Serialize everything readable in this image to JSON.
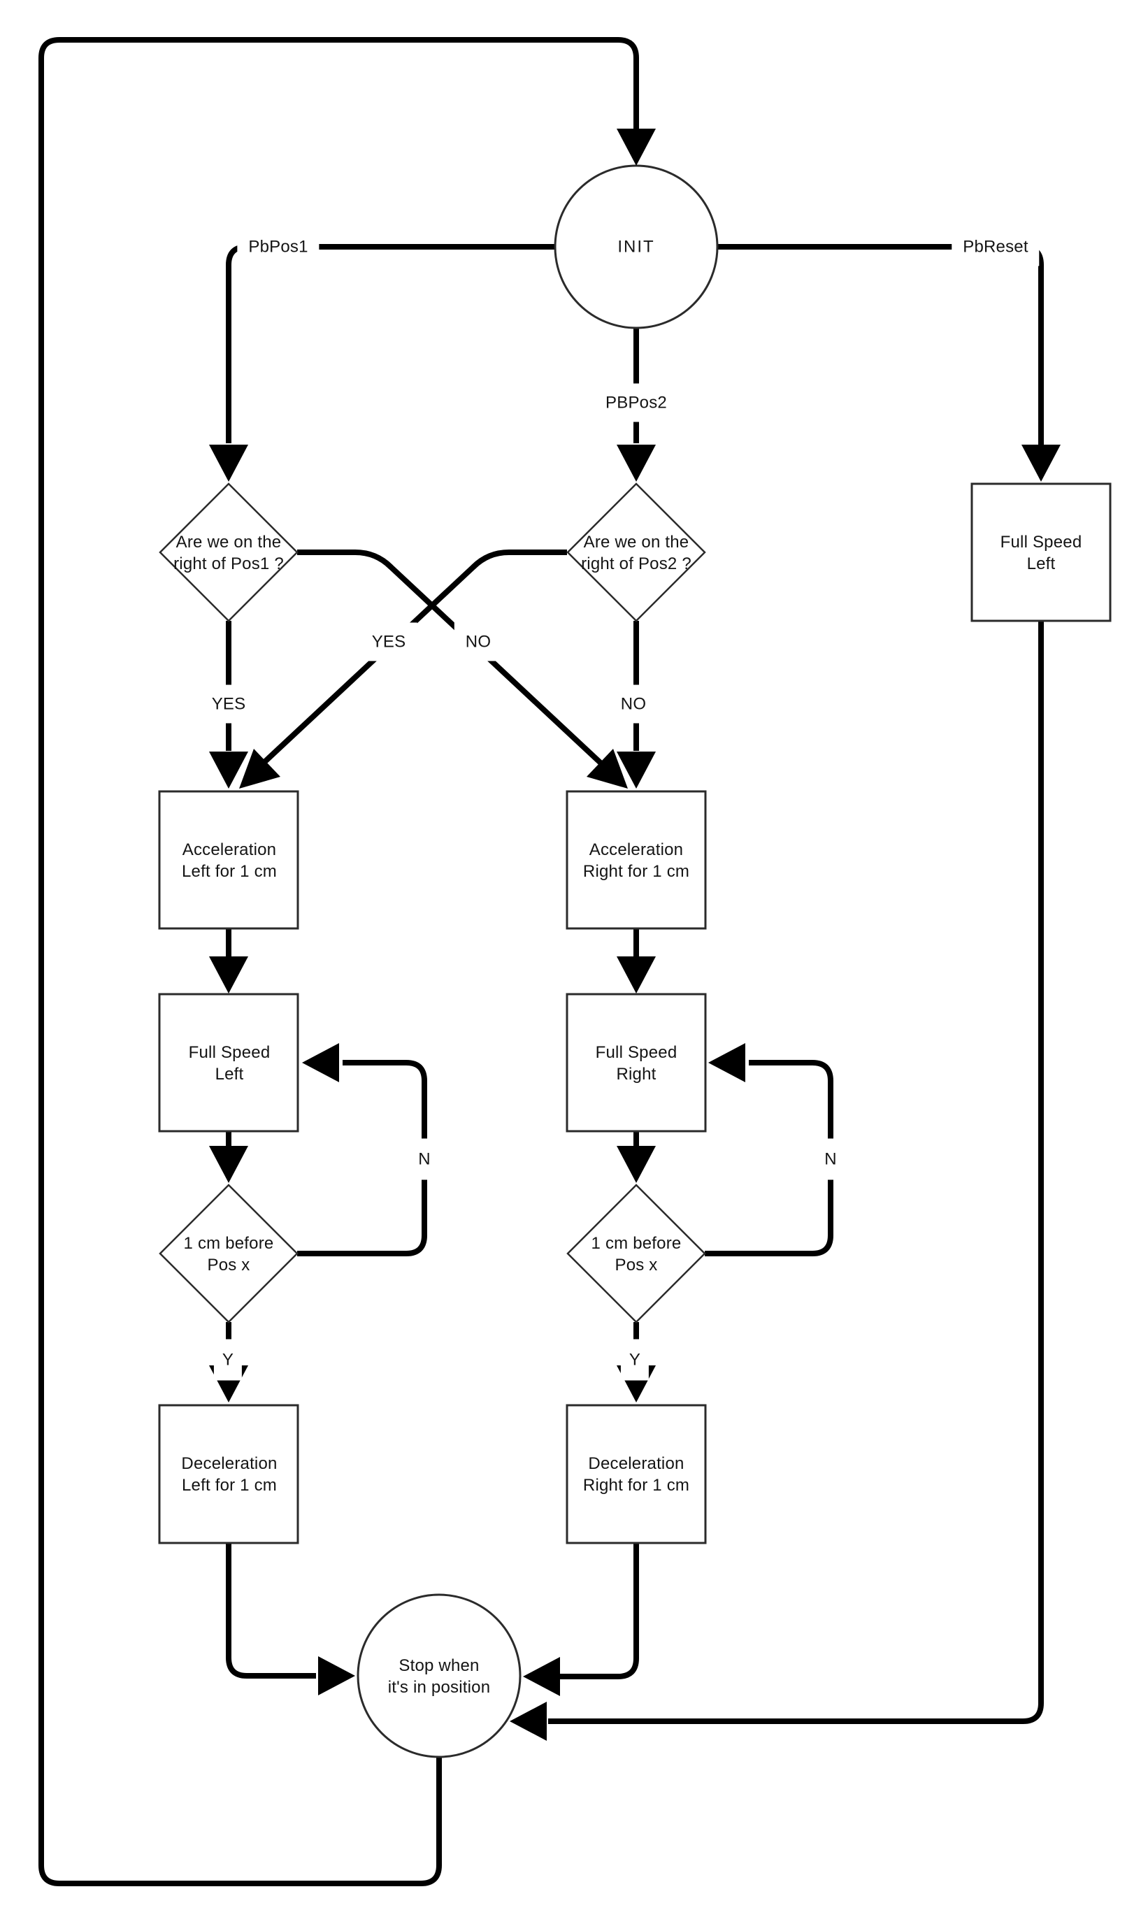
{
  "nodes": {
    "init": {
      "label": "INIT"
    },
    "decision_pos1": {
      "line1": "Are we on the",
      "line2": "right of Pos1 ?"
    },
    "decision_pos2": {
      "line1": "Are we on the",
      "line2": "right of Pos2 ?"
    },
    "full_speed_left_reset": {
      "line1": "Full Speed",
      "line2": "Left"
    },
    "accel_left": {
      "line1": "Acceleration",
      "line2": "Left for 1 cm"
    },
    "accel_right": {
      "line1": "Acceleration",
      "line2": "Right for 1 cm"
    },
    "full_speed_left": {
      "line1": "Full Speed",
      "line2": "Left"
    },
    "full_speed_right": {
      "line1": "Full Speed",
      "line2": "Right"
    },
    "before_pos_left": {
      "line1": "1 cm before",
      "line2": "Pos x"
    },
    "before_pos_right": {
      "line1": "1 cm before",
      "line2": "Pos x"
    },
    "decel_left": {
      "line1": "Deceleration",
      "line2": "Left for 1 cm"
    },
    "decel_right": {
      "line1": "Deceleration",
      "line2": "Right for 1 cm"
    },
    "stop": {
      "line1": "Stop when",
      "line2": "it's in position"
    }
  },
  "edge_labels": {
    "pbpos1": "PbPos1",
    "pbreset": "PbReset",
    "pbpos2": "PBPos2",
    "yes_cross": "YES",
    "no_cross": "NO",
    "yes_down": "YES",
    "no_down": "NO",
    "n_left": "N",
    "n_right": "N",
    "y_left": "Y",
    "y_right": "Y"
  },
  "colors": {
    "line": "#000000",
    "shape_stroke": "#2b2b2b",
    "background": "#ffffff"
  }
}
